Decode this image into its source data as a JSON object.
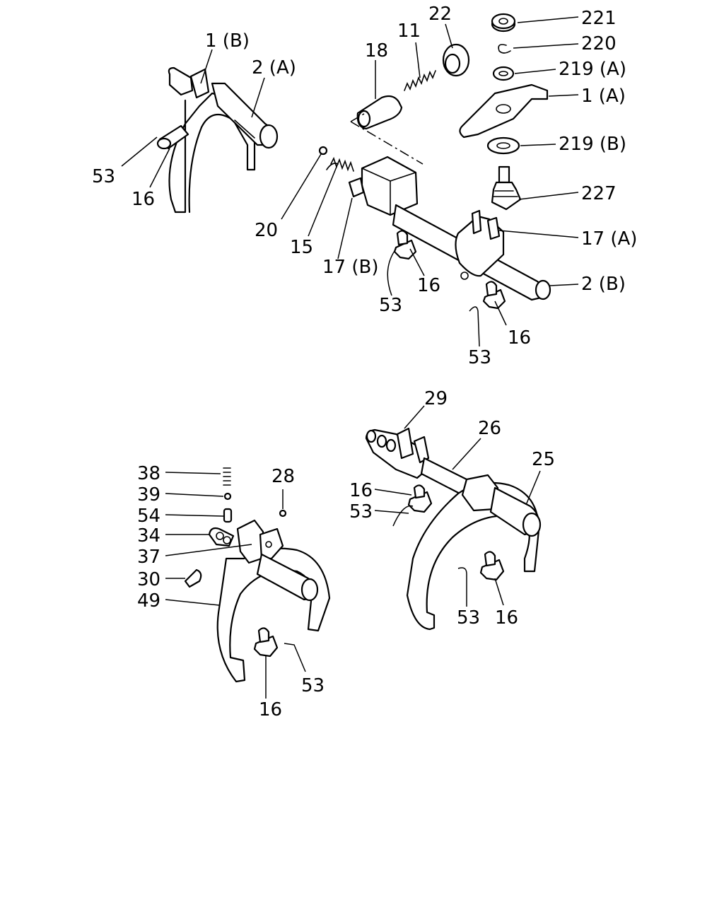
{
  "callouts": {
    "c1": "1 (B)",
    "c2": "2 (A)",
    "c3": "53",
    "c4": "16",
    "c5": "18",
    "c6": "11",
    "c7": "22",
    "c8": "20",
    "c9": "15",
    "c10": "17 (B)",
    "c11": "53",
    "c12": "16",
    "c13": "221",
    "c14": "220",
    "c15": "219 (A)",
    "c16": "1 (A)",
    "c17": "219 (B)",
    "c18": "227",
    "c19": "17 (A)",
    "c20": "2 (B)",
    "c21": "16",
    "c22": "53",
    "c23": "38",
    "c24": "39",
    "c25": "54",
    "c26": "34",
    "c27": "37",
    "c28": "30",
    "c29": "49",
    "c30": "28",
    "c31": "53",
    "c32": "16",
    "c33": "29",
    "c34": "26",
    "c35": "25",
    "c36": "16",
    "c37": "53",
    "c38": "53",
    "c39": "16"
  }
}
